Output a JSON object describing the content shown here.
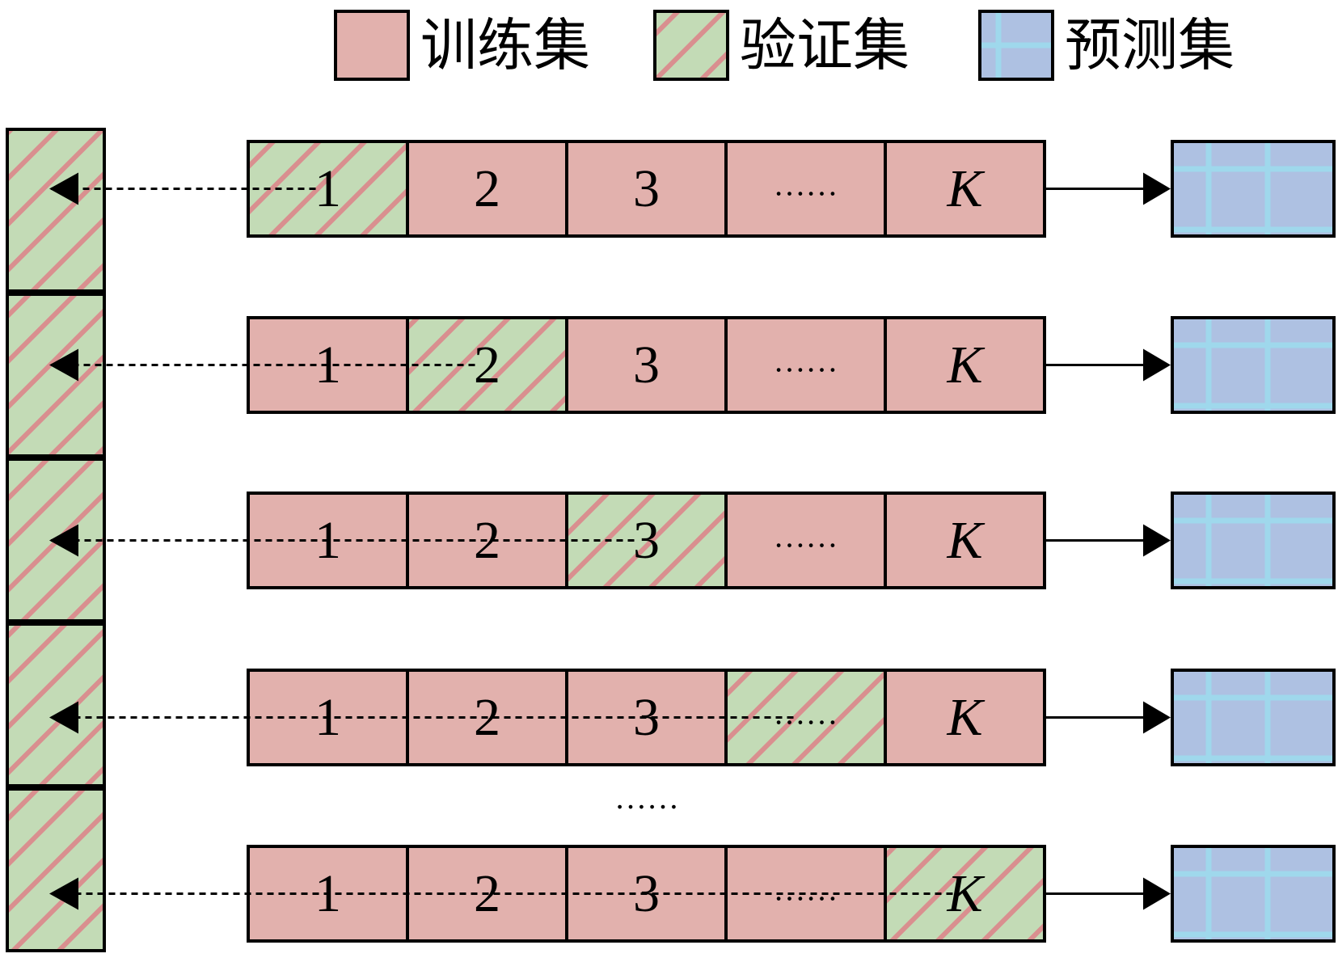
{
  "colors": {
    "train": "#e2b1ad",
    "val_bg": "#c3dbb6",
    "val_stripe": "#d98f8f",
    "pred_bg": "#aec1e2",
    "pred_grid": "#9fd8ec",
    "stroke": "#000000"
  },
  "legend": [
    {
      "key": "train",
      "label": "训练集"
    },
    {
      "key": "val",
      "label": "验证集"
    },
    {
      "key": "pred",
      "label": "预测集"
    }
  ],
  "folds": [
    "1",
    "2",
    "3",
    "……",
    "K"
  ],
  "rows": [
    {
      "validation_index": 0
    },
    {
      "validation_index": 1
    },
    {
      "validation_index": 2
    },
    {
      "validation_index": 3
    },
    {
      "validation_index": 4
    }
  ],
  "ellipsis": "……"
}
